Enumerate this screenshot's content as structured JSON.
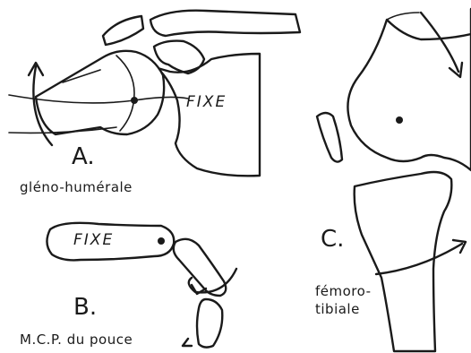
{
  "panels": {
    "a": {
      "letter": "A.",
      "caption": "gléno-humérale",
      "fixed_label": "FIXE"
    },
    "b": {
      "letter": "B.",
      "caption": "M.C.P. du pouce",
      "fixed_label": "FIXE"
    },
    "c": {
      "letter": "C.",
      "caption_line1": "fémoro-",
      "caption_line2": "tibiale"
    }
  },
  "colors": {
    "ink": "#1a1a1a",
    "background": "#ffffff"
  }
}
